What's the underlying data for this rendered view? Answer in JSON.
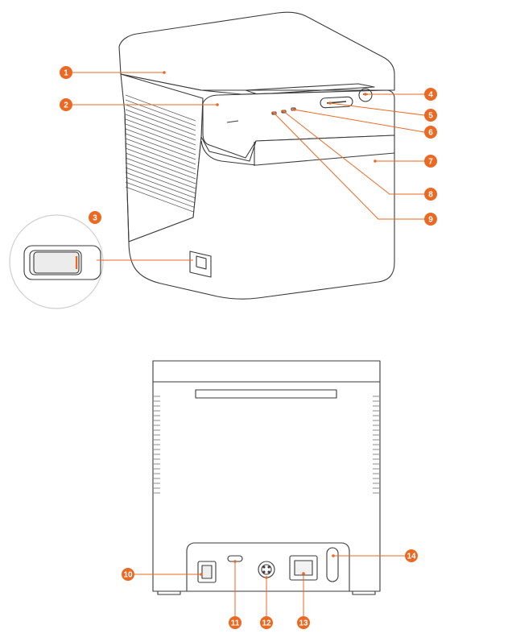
{
  "accent_color": "#ea6a24",
  "line_color": "#3a3a3a",
  "callouts": [
    "1",
    "2",
    "3",
    "4",
    "5",
    "6",
    "7",
    "8",
    "9",
    "10",
    "11",
    "12",
    "13",
    "14"
  ]
}
